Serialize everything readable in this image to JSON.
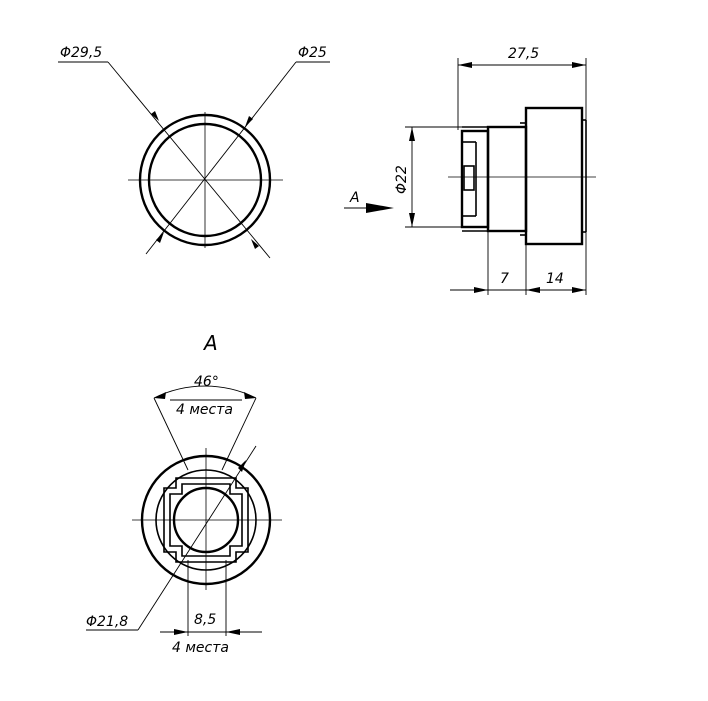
{
  "front_view": {
    "outer_diameter": "Φ29,5",
    "inner_diameter": "Φ25"
  },
  "side_view": {
    "total_length": "27,5",
    "body_diameter": "Φ22",
    "length_neck": "7",
    "length_head": "14",
    "view_arrow_label": "A"
  },
  "view_a": {
    "title": "A",
    "angle": "46°",
    "angle_note": "4 места",
    "diameter": "Φ21,8",
    "slot_width": "8,5",
    "slot_note": "4 места"
  }
}
